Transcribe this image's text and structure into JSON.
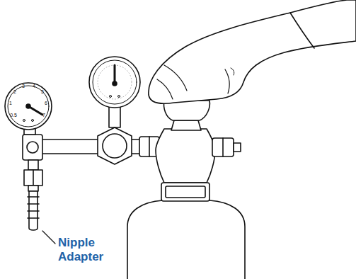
{
  "diagram": {
    "labels": [
      "3",
      "4",
      "2",
      "5",
      "1",
      "6",
      "0.5",
      "7",
      "Nipple Adapter"
    ]
  }
}
